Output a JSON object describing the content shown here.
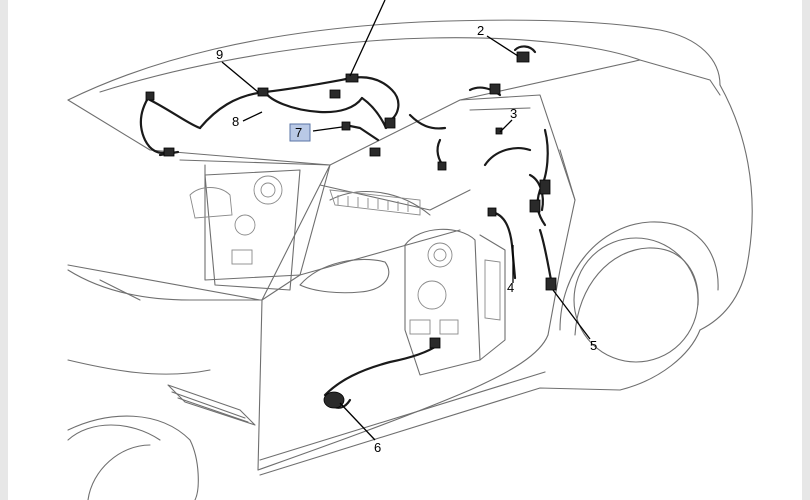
{
  "diagram": {
    "callouts": [
      {
        "id": "c2",
        "label": "2"
      },
      {
        "id": "c3",
        "label": "3"
      },
      {
        "id": "c4",
        "label": "4"
      },
      {
        "id": "c5",
        "label": "5"
      },
      {
        "id": "c6",
        "label": "6"
      },
      {
        "id": "c7",
        "label": "7",
        "highlighted": true
      },
      {
        "id": "c8",
        "label": "8"
      },
      {
        "id": "c9",
        "label": "9"
      }
    ],
    "colors": {
      "line": "#6f6f6f",
      "harness": "#1a1a1a",
      "highlight": "#b9c9e6",
      "gutter": "#e7e7e7"
    }
  }
}
